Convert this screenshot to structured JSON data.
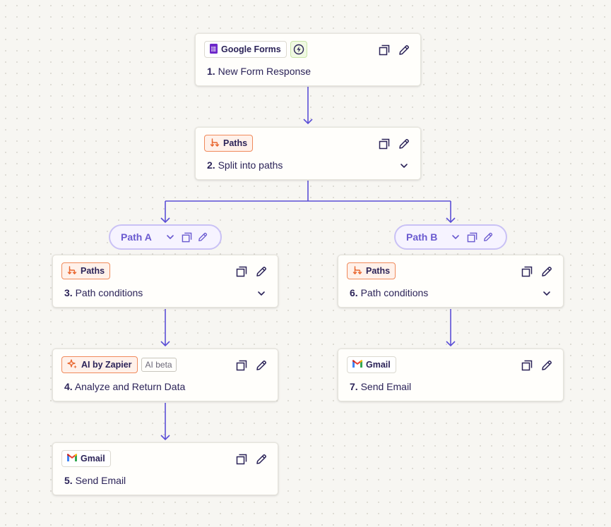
{
  "steps": [
    {
      "app": "Google Forms",
      "num": "1.",
      "title": "New Form Response",
      "icon": "google-forms-icon"
    },
    {
      "app": "Paths",
      "num": "2.",
      "title": "Split into paths",
      "icon": "paths-icon"
    },
    {
      "app": "Paths",
      "num": "3.",
      "title": "Path conditions",
      "icon": "paths-icon"
    },
    {
      "app": "AI by Zapier",
      "badge": "AI beta",
      "num": "4.",
      "title": "Analyze and Return Data",
      "icon": "ai-sparkle-icon"
    },
    {
      "app": "Gmail",
      "num": "5.",
      "title": "Send Email",
      "icon": "gmail-icon"
    },
    {
      "app": "Paths",
      "num": "6.",
      "title": "Path conditions",
      "icon": "paths-icon"
    },
    {
      "app": "Gmail",
      "num": "7.",
      "title": "Send Email",
      "icon": "gmail-icon"
    }
  ],
  "paths": [
    {
      "label": "Path A"
    },
    {
      "label": "Path B"
    }
  ],
  "colors": {
    "connector": "#5b4fd6",
    "paths_accent": "#f08a5b",
    "trigger_accent": "#8bc34a",
    "pill_text": "#6a5ad0"
  }
}
